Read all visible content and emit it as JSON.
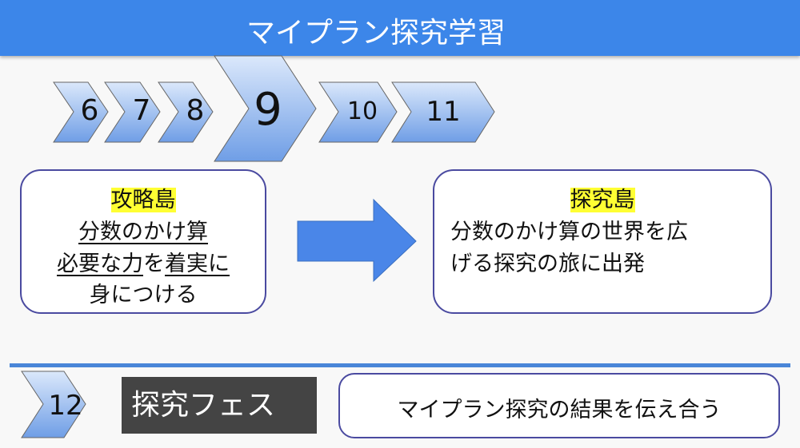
{
  "title": "マイプラン探究学習",
  "steps": [
    "6",
    "7",
    "8",
    "9",
    "10",
    "11",
    "12"
  ],
  "left_box": {
    "heading": "攻略島",
    "line1": "分数のかけ算",
    "line2a": "必要な力",
    "line2b": "を",
    "line2c": "着実に",
    "line3": "身につける"
  },
  "right_box": {
    "heading": "探究島",
    "line1": "分数のかけ算の世界を広",
    "line2": "げる探究の旅に出発"
  },
  "bottom": {
    "label": "探究フェス",
    "description": "マイプラン探究の結果を伝え合う"
  },
  "colors": {
    "header": "#3c86e9",
    "chevron_top": "#dbe8fb",
    "chevron_bottom": "#6f9ee6"
  }
}
